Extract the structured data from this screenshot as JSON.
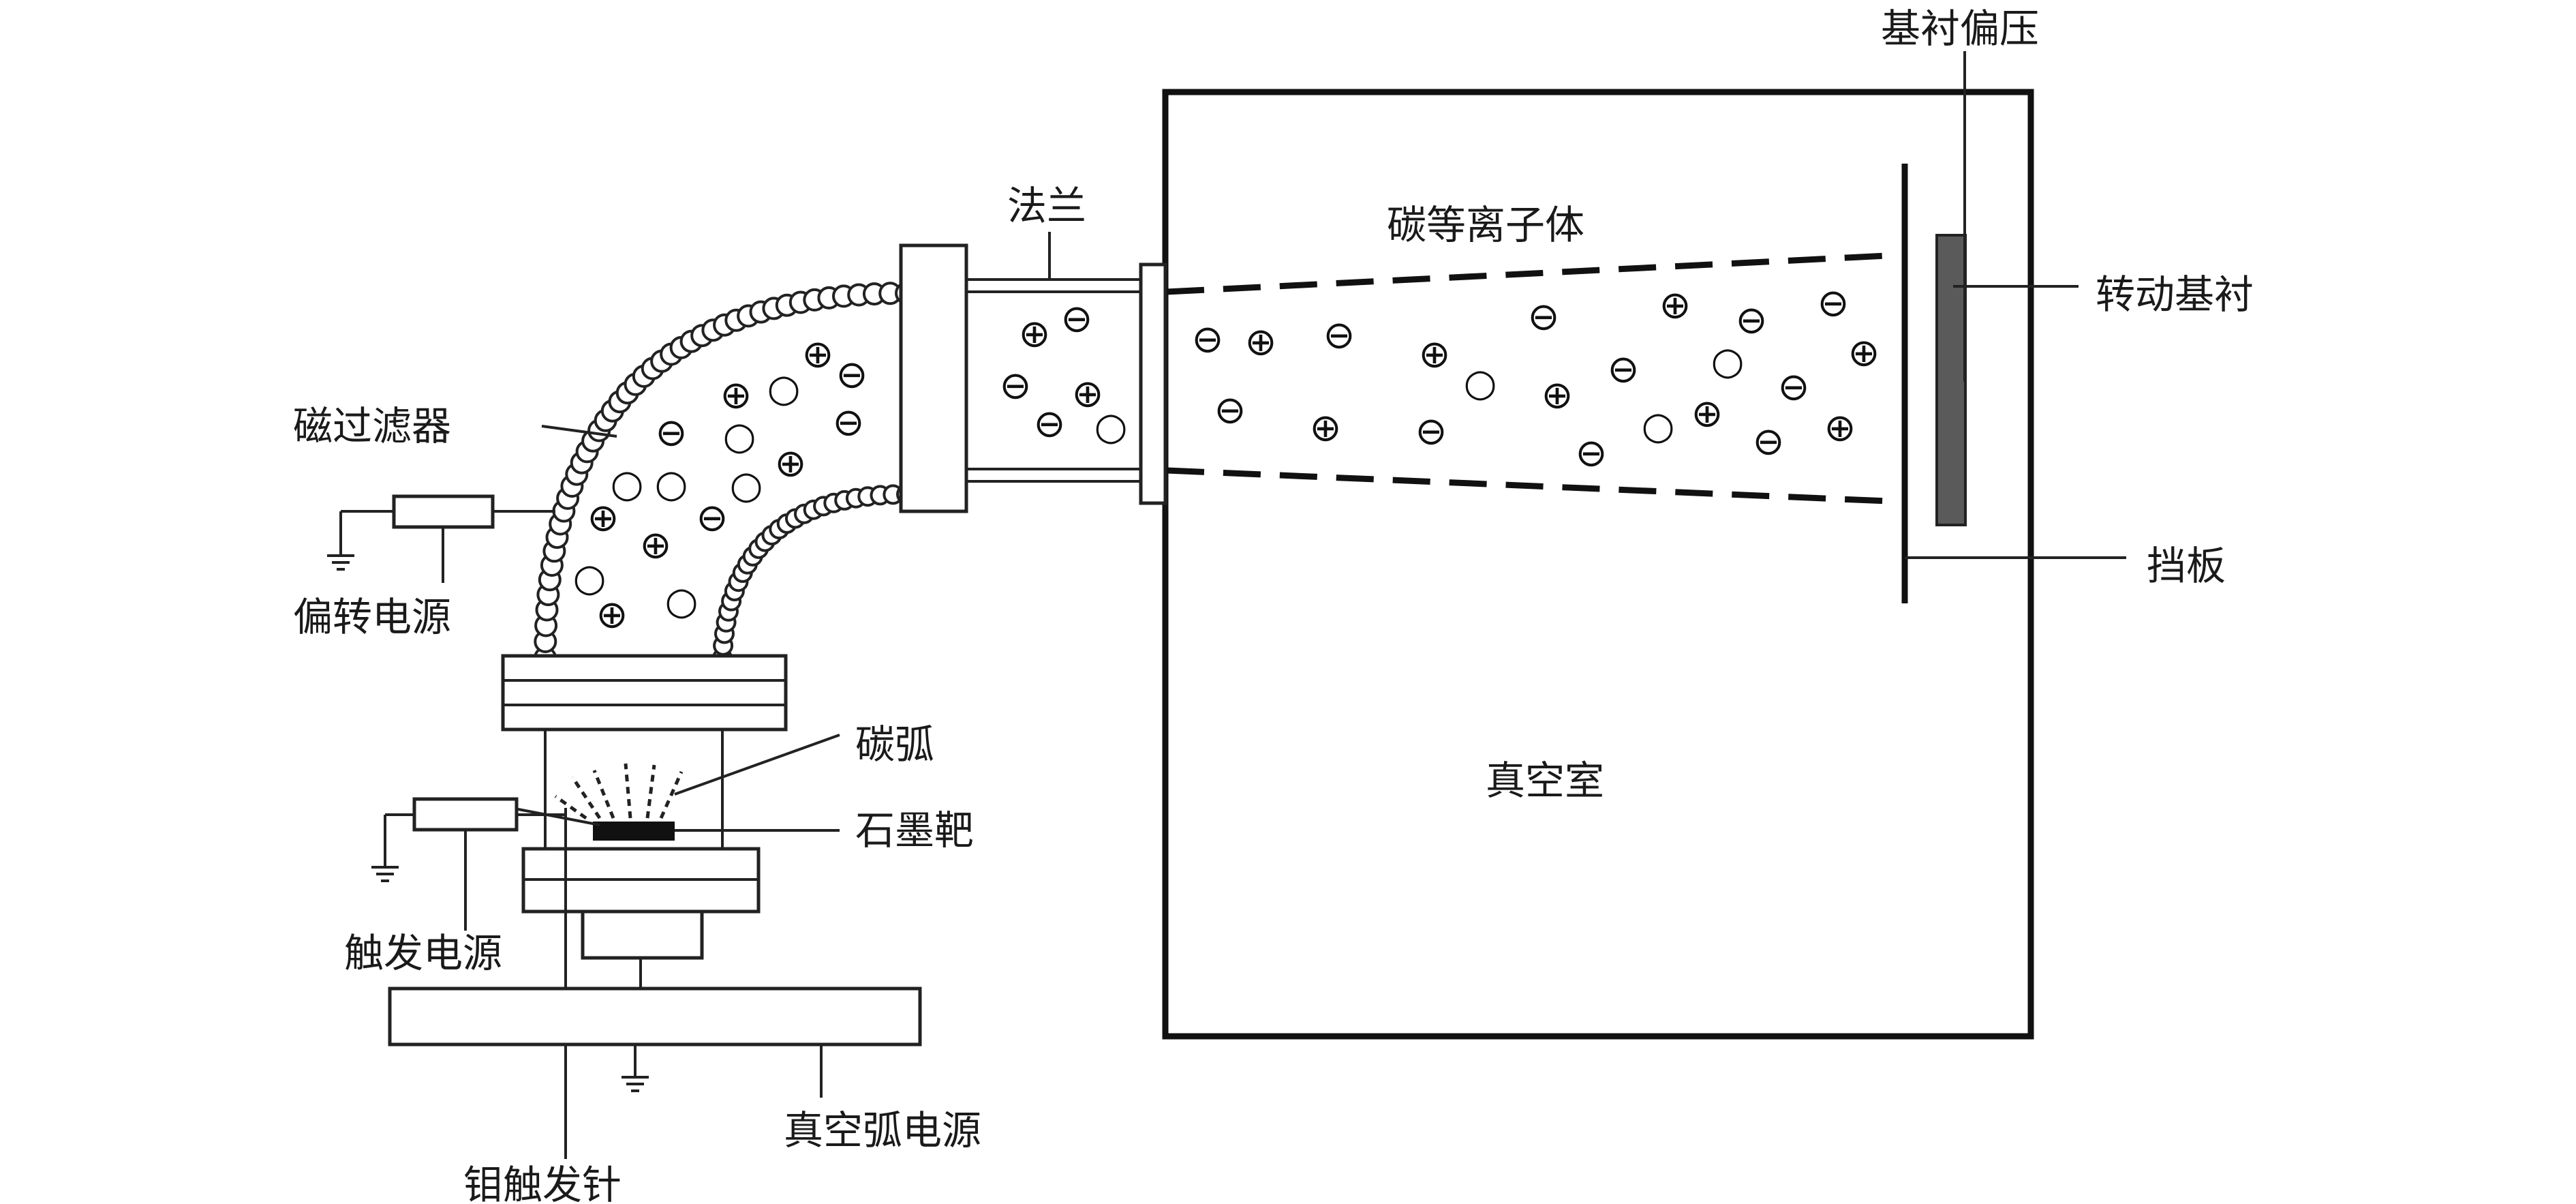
{
  "labels": {
    "substrate_bias": "基衬偏压",
    "flange": "法兰",
    "carbon_plasma": "碳等离子体",
    "rotating_substrate": "转动基衬",
    "magnetic_filter": "磁过滤器",
    "deflection_power": "偏转电源",
    "shutter": "挡板",
    "carbon_arc": "碳弧",
    "graphite_target": "石墨靶",
    "vacuum_chamber": "真空室",
    "trigger_power": "触发电源",
    "vacuum_arc_power": "真空弧电源",
    "mo_trigger_needle": "钼触发针"
  },
  "particle_symbols": {
    "positive": "⊕",
    "negative": "⊖",
    "neutral": "○"
  }
}
